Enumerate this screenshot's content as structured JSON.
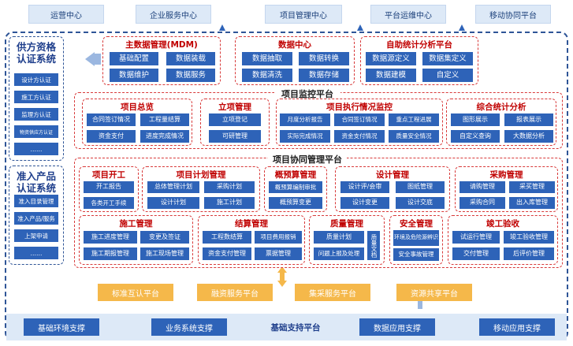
{
  "top_nav": [
    "运营中心",
    "企业服务中心",
    "项目管理中心",
    "平台运维中心",
    "移动协同平台"
  ],
  "left_panel_1": {
    "title": "供方资格认证系统",
    "items": [
      "设计方认证",
      "施工方认证",
      "监理方认证",
      "物资供应方认证",
      "……"
    ]
  },
  "left_panel_2": {
    "title": "准入产品认证系统",
    "items": [
      "准入目录管理",
      "准入产品/服务",
      "上架申请",
      "……"
    ]
  },
  "mdm": {
    "title": "主数据管理(MDM)",
    "items": [
      "基础配置",
      "数据装载",
      "数据维护",
      "数据服务"
    ]
  },
  "data_center": {
    "title": "数据中心",
    "items": [
      "数据抽取",
      "数据转换",
      "数据清洗",
      "数据存储"
    ]
  },
  "self_analysis": {
    "title": "自助统计分析平台",
    "items": [
      "数据源定义",
      "数据集定义",
      "数据建模",
      "自定义"
    ]
  },
  "monitor": {
    "title": "项目监控平台",
    "overview": {
      "title": "项目总览",
      "items": [
        "合同签订情况",
        "工程量结算",
        "资金支付",
        "进度完成情况"
      ]
    },
    "approval": {
      "title": "立项管理",
      "items": [
        "立项登记",
        "可研管理"
      ]
    },
    "execution": {
      "title": "项目执行情况监控",
      "items": [
        "月度分析报告",
        "合同签订情况",
        "重点工程进展",
        "实际完成情况",
        "资金支付情况",
        "质量安全情况"
      ]
    },
    "stats": {
      "title": "综合统计分析",
      "items": [
        "图形展示",
        "报表展示",
        "自定义查询",
        "大数据分析"
      ]
    }
  },
  "collab": {
    "title": "项目协同管理平台",
    "start": {
      "title": "项目开工",
      "items": [
        "开工报告",
        "各类开工手续"
      ]
    },
    "plan": {
      "title": "项目计划管理",
      "items": [
        "总体管理计划",
        "采购计划",
        "设计计划",
        "施工计划"
      ]
    },
    "budget": {
      "title": "概预算管理",
      "items": [
        "概预算编制审批",
        "概预算变更"
      ]
    },
    "design": {
      "title": "设计管理",
      "items": [
        "设计评/会审",
        "图纸管理",
        "设计变更",
        "设计交底"
      ]
    },
    "purchase": {
      "title": "采购管理",
      "items": [
        "请购管理",
        "采买管理",
        "采购合同",
        "出入库管理"
      ]
    },
    "construction": {
      "title": "施工管理",
      "items": [
        "施工进度管理",
        "变更及签证",
        "施工期报管理",
        "施工现场管理"
      ]
    },
    "settlement": {
      "title": "结算管理",
      "items": [
        "工程数结算",
        "项目费用报销",
        "资金支付管理",
        "票据管理"
      ]
    },
    "quality": {
      "title": "质量管理",
      "items": [
        "质量计划",
        "问题上报及处理",
        "质量文档"
      ]
    },
    "safety": {
      "title": "安全管理",
      "items": [
        "环境及危险源辨识",
        "安全事故管理"
      ]
    },
    "acceptance": {
      "title": "竣工验收",
      "items": [
        "试运行管理",
        "竣工验收管理",
        "交付管理",
        "后评价管理"
      ]
    }
  },
  "platforms": [
    "标准互认平台",
    "融资服务平台",
    "集采服务平台",
    "资源共享平台"
  ],
  "bottom": {
    "title": "基础支持平台",
    "items": [
      "基础环境支撑",
      "业务系统支撑",
      "数据应用支撑",
      "移动应用支撑"
    ]
  },
  "colors": {
    "blue": "#2e63b8",
    "red": "#c00000",
    "orange": "#f5b84a",
    "light": "#dde9f7"
  }
}
